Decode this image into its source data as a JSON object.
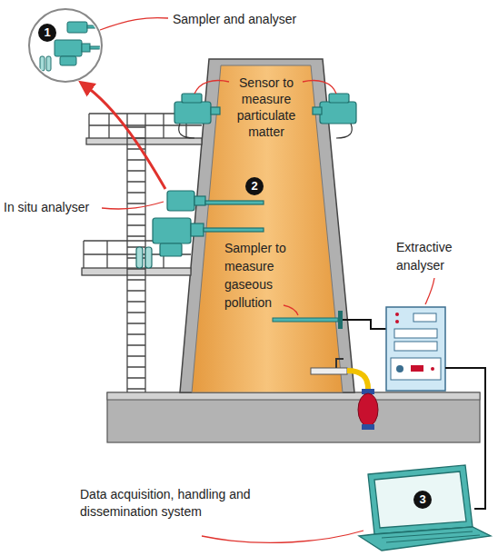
{
  "diagram": {
    "labels": [
      "Sampler and analyser",
      "1",
      "Sensor to measure particulate matter",
      "2",
      "In situ analyser",
      "Sampler to measure gaseous pollution",
      "Extractive analyser",
      "3",
      "Data acquisition, handling and dissemination system"
    ]
  }
}
